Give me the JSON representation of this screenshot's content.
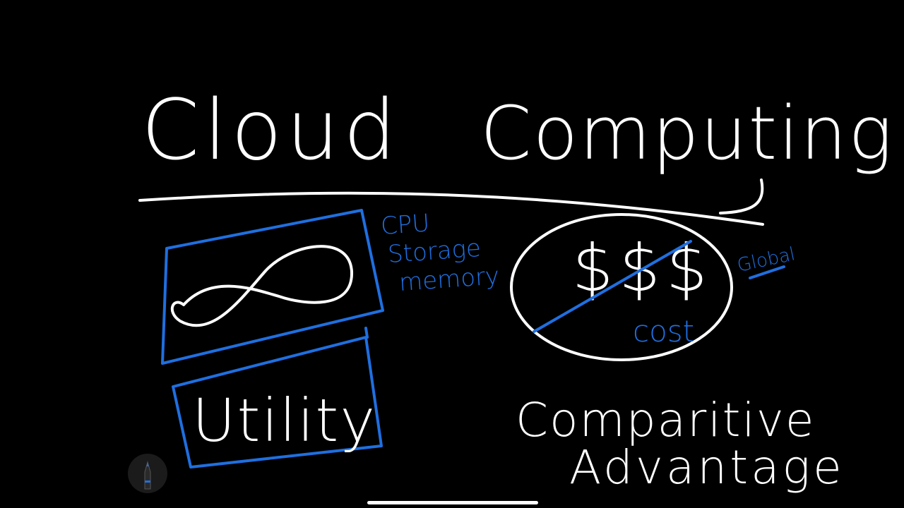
{
  "title": {
    "left": "Cloud",
    "right": "Computing"
  },
  "notes": {
    "resources": [
      "CPU",
      "Storage",
      "memory"
    ],
    "utility": "Utility",
    "dollars": "$$$",
    "cost": "cost",
    "global": "Global",
    "advantage": [
      "Comparitive",
      "Advantage"
    ]
  },
  "colors": {
    "ink_white": "#ffffff",
    "ink_blue": "#1f6fe0",
    "background": "#000000"
  },
  "icons": {
    "pen_tool": "pen-icon"
  }
}
